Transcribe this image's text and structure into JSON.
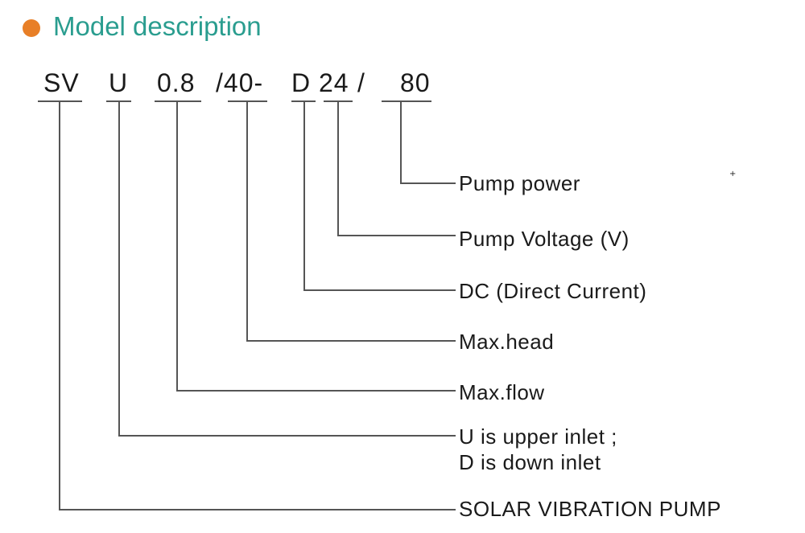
{
  "header": {
    "title": "Model description",
    "dot_color": "#e87f27",
    "title_color": "#2a9d8f"
  },
  "code": {
    "segments": [
      "SV",
      "U",
      "0.8",
      "/40-",
      "D",
      "24",
      "/",
      "80"
    ]
  },
  "descriptions": {
    "pump_power": "Pump power",
    "pump_voltage": "Pump Voltage (V)",
    "dc": "DC (Direct Current)",
    "max_head": "Max.head",
    "max_flow": "Max.flow",
    "inlet_line1": "U is upper inlet ;",
    "inlet_line2": "D is down inlet",
    "solar_pump": "SOLAR VIBRATION PUMP"
  }
}
